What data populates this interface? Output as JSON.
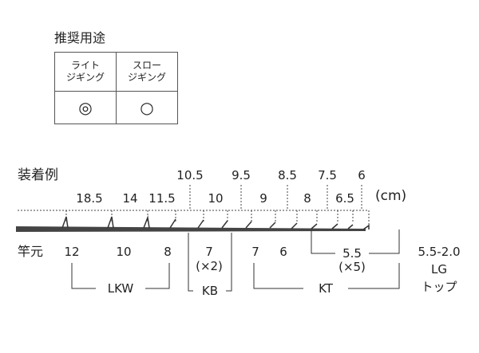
{
  "usage": {
    "title": "推奨用途",
    "columns": [
      {
        "line1": "ライト",
        "line2": "ジギング",
        "rating": "◎"
      },
      {
        "line1": "スロー",
        "line2": "ジギング",
        "rating": "○"
      }
    ]
  },
  "example": {
    "title": "装着例",
    "unit": "(cm)",
    "upper": [
      "10.5",
      "9.5",
      "8.5",
      "7.5",
      "6"
    ],
    "lower": [
      "18.5",
      "14",
      "11.5",
      "10",
      "9",
      "8",
      "6.5"
    ]
  },
  "butt": {
    "label": "竿元",
    "sizes": [
      "12",
      "10",
      "8",
      "7",
      "(×2)",
      "7",
      "6",
      "5.5",
      "(×5)",
      "5.5-2.0",
      "LG",
      "トップ"
    ],
    "groups": [
      "LKW",
      "KB",
      "KT"
    ]
  }
}
